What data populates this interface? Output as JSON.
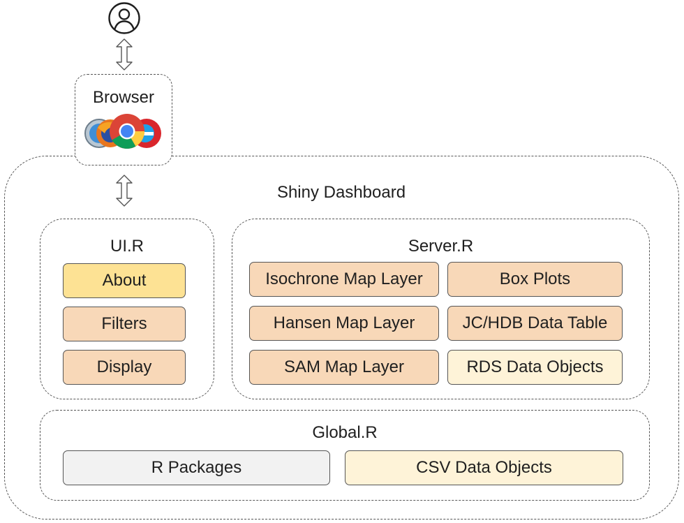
{
  "user": {
    "icon": "user-icon"
  },
  "browser": {
    "title": "Browser",
    "icon": "browser-logos-icon"
  },
  "dashboard": {
    "title": "Shiny Dashboard"
  },
  "ui": {
    "title": "UI.R",
    "items": [
      "About",
      "Filters",
      "Display"
    ]
  },
  "server": {
    "title": "Server.R",
    "items": [
      "Isochrone Map Layer",
      "Box Plots",
      "Hansen Map Layer",
      "JC/HDB Data Table",
      "SAM Map Layer",
      "RDS Data Objects"
    ]
  },
  "global": {
    "title": "Global.R",
    "items": [
      "R Packages",
      "CSV Data Objects"
    ]
  },
  "colors": {
    "peach": "#f8d8b8",
    "yellow": "#fde294",
    "cream": "#fef3d8",
    "grey": "#f2f2f2",
    "border": "#555555"
  }
}
